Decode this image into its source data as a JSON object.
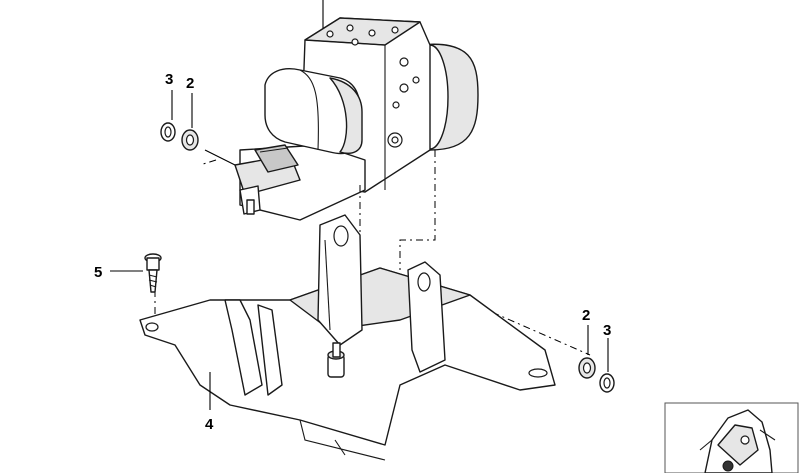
{
  "callouts": {
    "item_1": "",
    "item_2_left": "2",
    "item_3_left": "3",
    "item_5": "5",
    "item_4": "4",
    "item_2_right": "2",
    "item_3_right": "3"
  },
  "thumbnail": {
    "icon": "vehicle-location-thumbnail"
  }
}
